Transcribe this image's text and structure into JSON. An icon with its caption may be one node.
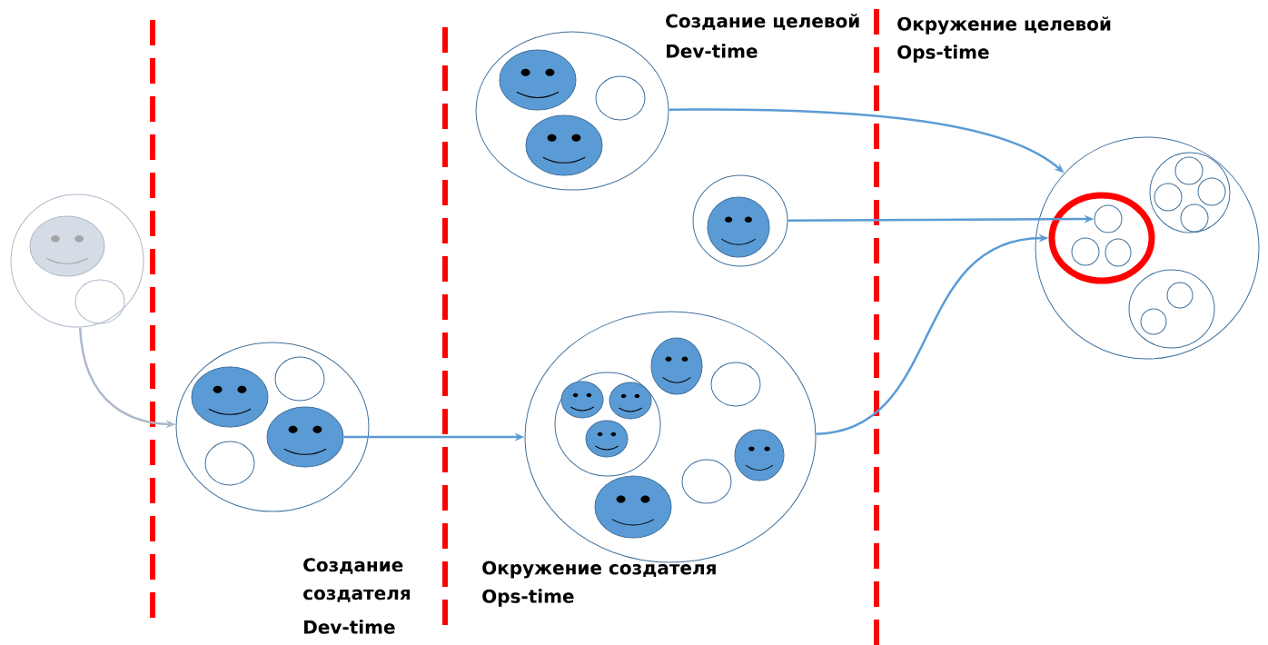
{
  "diagram": {
    "nodes": [
      {
        "text": [],
        "shape": "circle"
      },
      {
        "text": [],
        "shape": "face",
        "in": 0
      },
      {
        "text": [],
        "shape": "circle",
        "in": 0
      },
      {
        "text": [],
        "shape": "circle"
      },
      {
        "text": [],
        "shape": "face",
        "in": 3
      },
      {
        "text": [],
        "shape": "circle",
        "in": 3
      },
      {
        "text": [],
        "shape": "face",
        "in": 3
      },
      {
        "text": [],
        "shape": "circle",
        "in": 3
      },
      {
        "text": [],
        "shape": "circle"
      },
      {
        "text": [],
        "shape": "face",
        "in": 8
      },
      {
        "text": [],
        "shape": "circle",
        "in": 8
      },
      {
        "text": [],
        "shape": "face",
        "in": 8
      },
      {
        "text": [],
        "shape": "circle"
      },
      {
        "text": [],
        "shape": "face",
        "in": 12
      },
      {
        "text": [],
        "shape": "circle"
      },
      {
        "text": [],
        "shape": "circle",
        "in": 14
      },
      {
        "text": [],
        "shape": "face",
        "in": 15
      },
      {
        "text": [],
        "shape": "face",
        "in": 15
      },
      {
        "text": [],
        "shape": "face",
        "in": 15
      },
      {
        "text": [],
        "shape": "face",
        "in": 14
      },
      {
        "text": [],
        "shape": "circle",
        "in": 14
      },
      {
        "text": [],
        "shape": "face",
        "in": 14
      },
      {
        "text": [],
        "shape": "circle",
        "in": 14
      },
      {
        "text": [],
        "shape": "face",
        "in": 14
      },
      {
        "text": [],
        "shape": "circle"
      },
      {
        "text": [],
        "shape": "circle",
        "in": 24
      },
      {
        "text": [],
        "shape": "circle",
        "in": 25
      },
      {
        "text": [],
        "shape": "circle",
        "in": 25
      },
      {
        "text": [],
        "shape": "circle",
        "in": 25
      },
      {
        "text": [],
        "shape": "circle",
        "in": 24
      },
      {
        "text": [],
        "shape": "circle",
        "in": 29
      },
      {
        "text": [],
        "shape": "circle",
        "in": 29
      },
      {
        "text": [],
        "shape": "circle",
        "in": 29
      },
      {
        "text": [],
        "shape": "circle",
        "in": 29
      },
      {
        "text": [],
        "shape": "circle",
        "in": 24
      },
      {
        "text": [],
        "shape": "circle",
        "in": 34
      },
      {
        "text": [],
        "shape": "circle",
        "in": 34
      }
    ],
    "edges": [
      {
        "from": 0,
        "to": 3,
        "arrow": "to",
        "color": "#adb9ca"
      },
      {
        "from": 6,
        "to": 14,
        "arrow": "to"
      },
      {
        "from": 14,
        "to": 25,
        "arrow": "to"
      },
      {
        "from": 8,
        "to": 24,
        "arrow": "to"
      },
      {
        "from": 12,
        "to": 26,
        "arrow": "to"
      }
    ],
    "labels": [
      "Создание целевой",
      "Dev-time",
      "Окружение целевой",
      "Ops-time",
      "Создание создателя",
      "Dev-time",
      "Окружение создателя",
      "Ops-time"
    ]
  }
}
